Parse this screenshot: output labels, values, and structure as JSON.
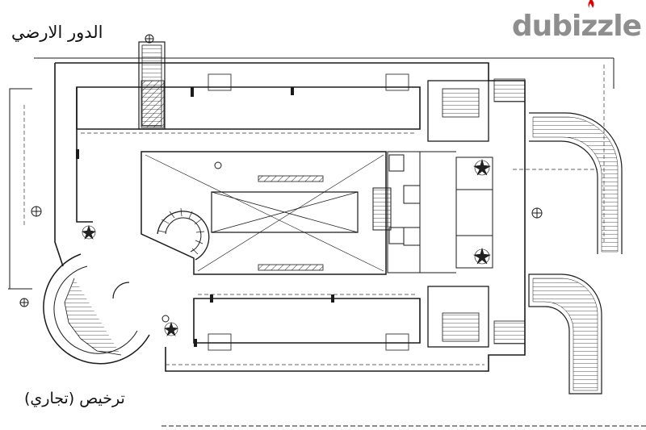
{
  "plan": {
    "title": "الدور الارضي",
    "license_note": "ترخيص  (تجاري)"
  },
  "watermark": {
    "text": "dubizzle",
    "flame_color": "#e00000",
    "text_color": "#8e8e8e"
  },
  "colors": {
    "line": "#1a1a1a",
    "background": "#ffffff"
  }
}
